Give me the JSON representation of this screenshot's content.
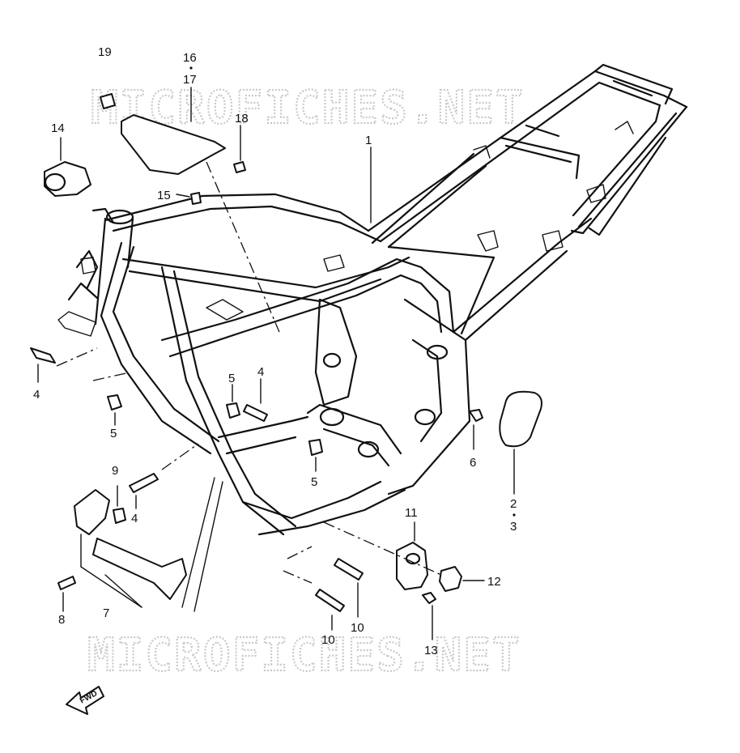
{
  "watermark": {
    "text": "MICROFICHES.NET"
  },
  "fwd_label": "FWD",
  "callouts": [
    {
      "id": "c1",
      "label": "1"
    },
    {
      "id": "c2",
      "label": "2"
    },
    {
      "id": "c3",
      "label": "3"
    },
    {
      "id": "c4a",
      "label": "4"
    },
    {
      "id": "c4b",
      "label": "4"
    },
    {
      "id": "c4c",
      "label": "4"
    },
    {
      "id": "c5a",
      "label": "5"
    },
    {
      "id": "c5b",
      "label": "5"
    },
    {
      "id": "c5c",
      "label": "5"
    },
    {
      "id": "c6",
      "label": "6"
    },
    {
      "id": "c7",
      "label": "7"
    },
    {
      "id": "c8",
      "label": "8"
    },
    {
      "id": "c9",
      "label": "9"
    },
    {
      "id": "c10a",
      "label": "10"
    },
    {
      "id": "c10b",
      "label": "10"
    },
    {
      "id": "c11",
      "label": "11"
    },
    {
      "id": "c12",
      "label": "12"
    },
    {
      "id": "c13",
      "label": "13"
    },
    {
      "id": "c14",
      "label": "14"
    },
    {
      "id": "c15",
      "label": "15"
    },
    {
      "id": "c16",
      "label": "16"
    },
    {
      "id": "c17",
      "label": "17"
    },
    {
      "id": "c18",
      "label": "18"
    },
    {
      "id": "c19",
      "label": "19"
    }
  ],
  "colors": {
    "line": "#111111",
    "watermark": "#c9c9c9",
    "background": "#ffffff"
  }
}
